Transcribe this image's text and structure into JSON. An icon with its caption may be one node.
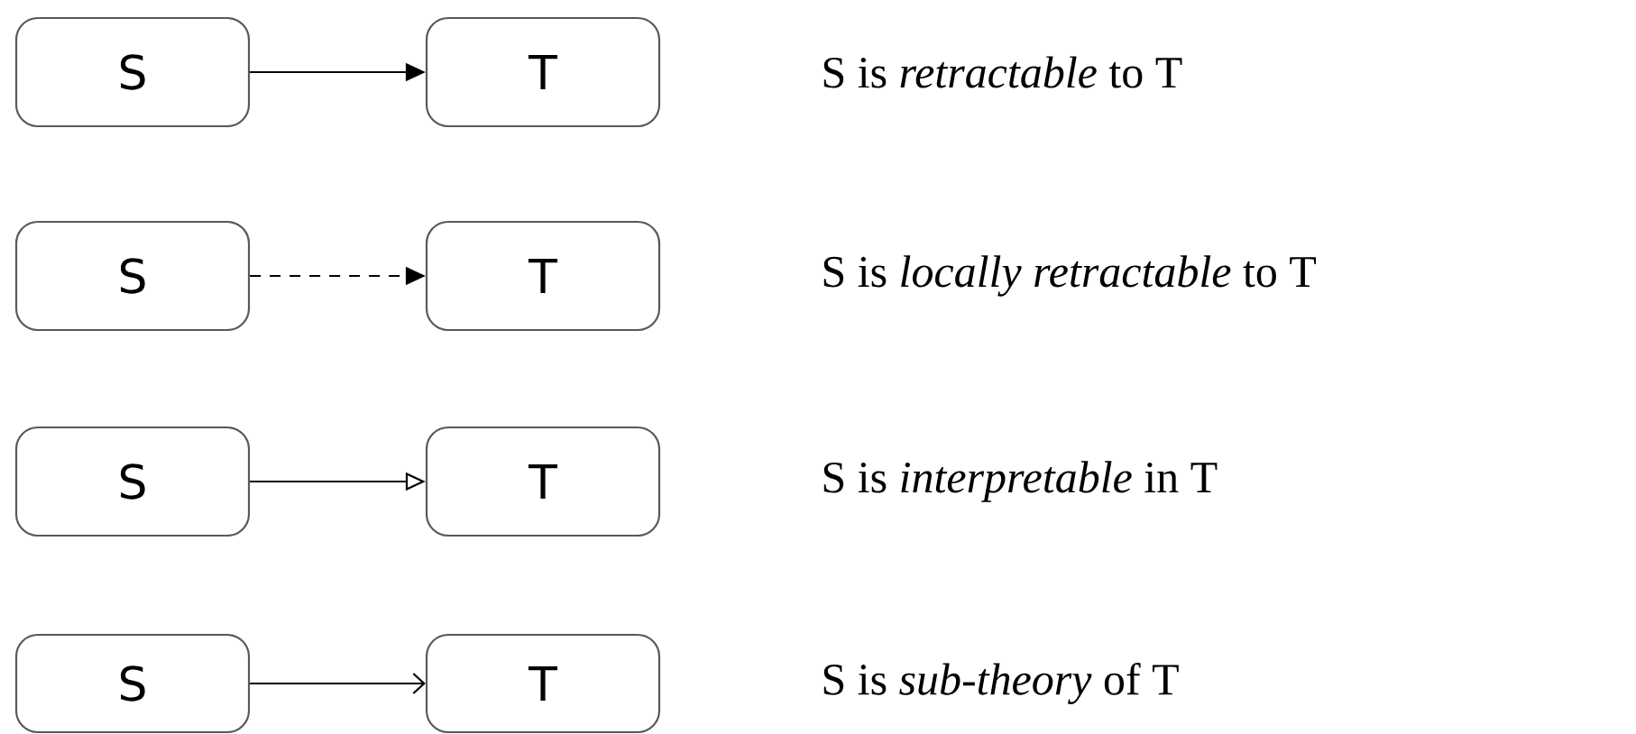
{
  "diagram": {
    "nodes": [
      {
        "text": [
          "S"
        ]
      },
      {
        "text": [
          "T"
        ]
      },
      {
        "text": [
          "S"
        ]
      },
      {
        "text": [
          "T"
        ]
      },
      {
        "text": [
          "S"
        ]
      },
      {
        "text": [
          "T"
        ]
      },
      {
        "text": [
          "S"
        ]
      },
      {
        "text": [
          "T"
        ]
      }
    ],
    "edges": [
      {
        "from": 0,
        "to": 1,
        "arrow": "to"
      },
      {
        "from": 2,
        "to": 3,
        "arrow": "to",
        "style": "dashed"
      },
      {
        "from": 4,
        "to": 5,
        "arrow": "to"
      },
      {
        "from": 6,
        "to": 7,
        "arrow": "to"
      }
    ],
    "labels": [
      "S is *retractable* to T",
      "S is *locally retractable* to T",
      "S is *interpretable* in T",
      "S is *sub-theory* of T"
    ]
  }
}
